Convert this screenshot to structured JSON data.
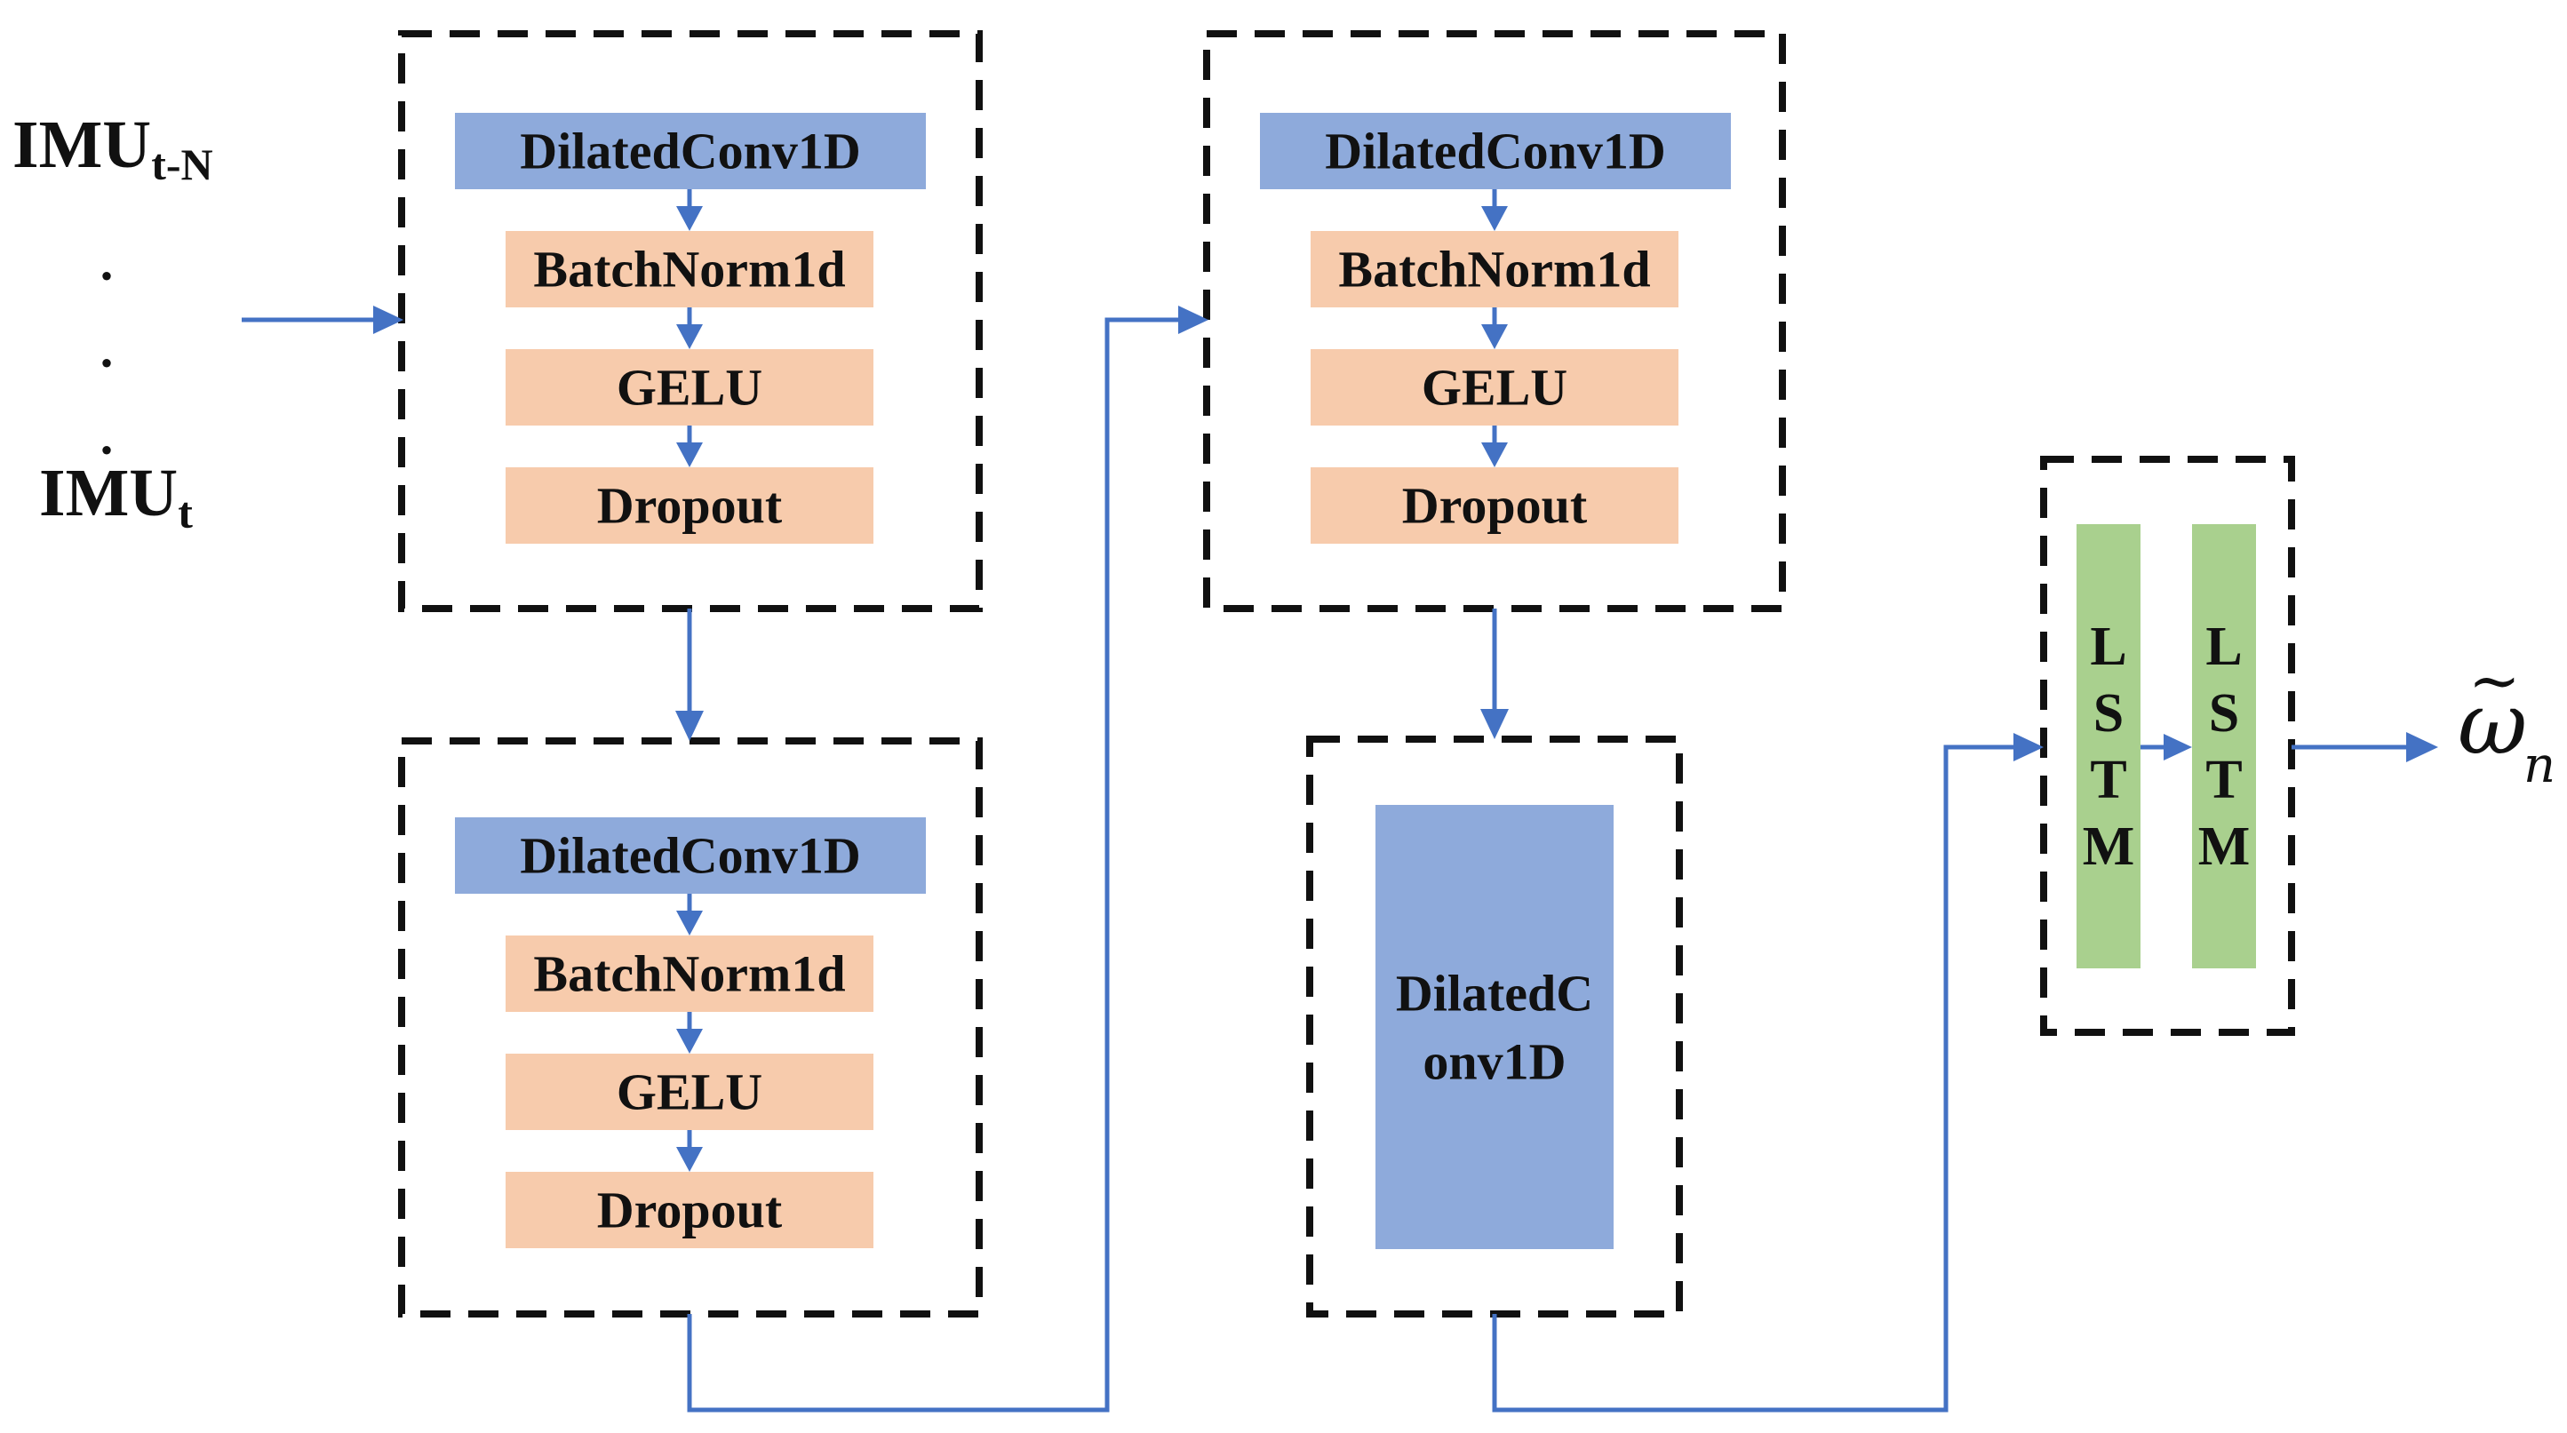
{
  "inputs": {
    "first": {
      "main": "IMU",
      "sub": "t-N"
    },
    "last": {
      "main": "IMU",
      "sub": "t"
    },
    "ellipsis": [
      ".",
      ".",
      "."
    ]
  },
  "blocks": [
    {
      "layers": [
        "DilatedConv1D",
        "BatchNorm1d",
        "GELU",
        "Dropout"
      ]
    },
    {
      "layers": [
        "DilatedConv1D",
        "BatchNorm1d",
        "GELU",
        "Dropout"
      ]
    },
    {
      "layers": [
        "DilatedConv1D",
        "BatchNorm1d",
        "GELU",
        "Dropout"
      ]
    }
  ],
  "final_conv": {
    "lines": [
      "DilatedC",
      "onv1D"
    ]
  },
  "lstm": [
    {
      "letters": [
        "L",
        "S",
        "T",
        "M"
      ]
    },
    {
      "letters": [
        "L",
        "S",
        "T",
        "M"
      ]
    }
  ],
  "output": {
    "symbol": "ω",
    "accent": "~",
    "subscript": "n"
  },
  "colors": {
    "conv": "#8eaadb",
    "norm_act": "#f7cbac",
    "lstm": "#a9d08e",
    "arrow": "#4472c4",
    "border": "#111111"
  }
}
